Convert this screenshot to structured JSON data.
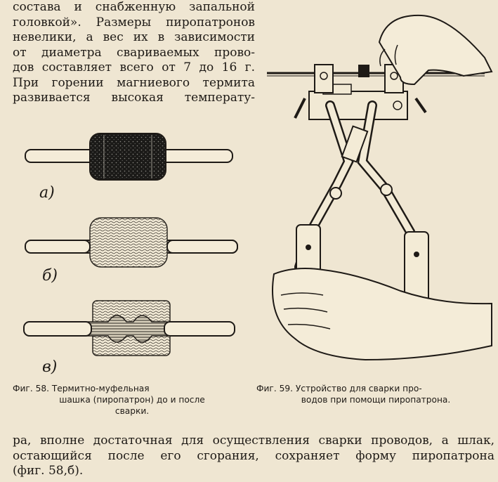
{
  "intro_lines": [
    "состава и снабженную запальной",
    "головкой». Размеры пиропатронов",
    "невелики, а вес их в зависимости",
    "от диаметра свариваемых прово-",
    "дов составляет всего от 7 до 16 г.",
    "При горении магниевого термита",
    "развивается высокая температу-"
  ],
  "fig58": {
    "labels": [
      "а)",
      "б)",
      "в)"
    ],
    "caption_lines": [
      "Фиг.    58.    Термитно-муфельная",
      "шашка (пиропатрон) до и после",
      "сварки."
    ]
  },
  "fig59": {
    "caption_lines": [
      "Фиг. 59. Устройство для сварки про-",
      "водов при помощи пиропатрона."
    ]
  },
  "outro_lines": [
    "ра, вполне достаточная для осуществления сварки проводов, а шлак,",
    "остающийся после его сгорания, сохраняет форму пиропатрона",
    "(фиг. 58,б)."
  ],
  "colors": {
    "paper": "#efe6d2",
    "ink": "#1e1a16"
  }
}
